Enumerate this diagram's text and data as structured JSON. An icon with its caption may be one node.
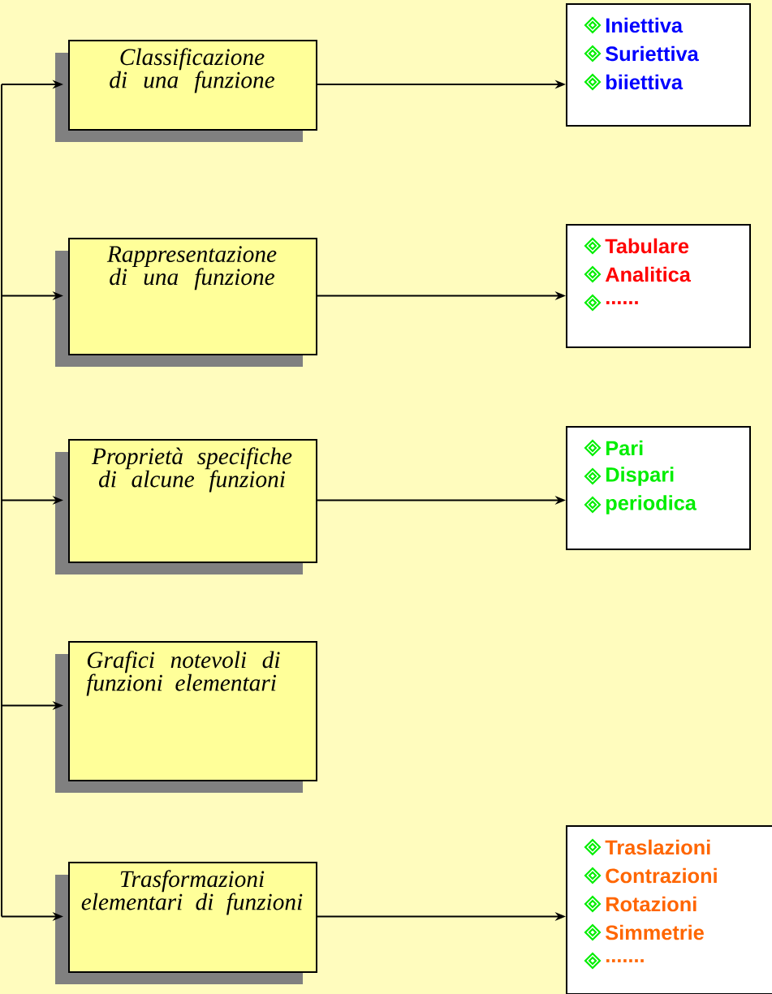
{
  "diagram": {
    "nodes": [
      {
        "text": [
          "Classificazione di una funzione"
        ]
      },
      {
        "text": [
          "Iniettiva",
          "Suriettiva",
          "biiettiva"
        ]
      },
      {
        "text": [
          "Rappresentazione di una funzione"
        ]
      },
      {
        "text": [
          "Tabulare",
          "Analitica",
          "......"
        ]
      },
      {
        "text": [
          "Proprietà specifiche di alcune funzioni"
        ]
      },
      {
        "text": [
          "Pari",
          "Dispari",
          "periodica"
        ]
      },
      {
        "text": [
          "Grafici notevoli di funzioni elementari"
        ]
      },
      {
        "text": [
          "Trasformazioni elementari di funzioni"
        ]
      },
      {
        "text": [
          "Traslazioni",
          "Contrazioni",
          "Rotazioni",
          "Simmetrie",
          "......."
        ]
      }
    ],
    "edges": [
      {
        "from": null,
        "to": 0,
        "arrow": "to"
      },
      {
        "from": null,
        "to": 2,
        "arrow": "to"
      },
      {
        "from": null,
        "to": 4,
        "arrow": "to"
      },
      {
        "from": null,
        "to": 6,
        "arrow": "to"
      },
      {
        "from": null,
        "to": 7,
        "arrow": "to"
      },
      {
        "from": 0,
        "to": 1,
        "arrow": "to"
      },
      {
        "from": 2,
        "to": 3,
        "arrow": "to"
      },
      {
        "from": 4,
        "to": 5,
        "arrow": "to"
      },
      {
        "from": 7,
        "to": 8,
        "arrow": "to"
      }
    ]
  }
}
